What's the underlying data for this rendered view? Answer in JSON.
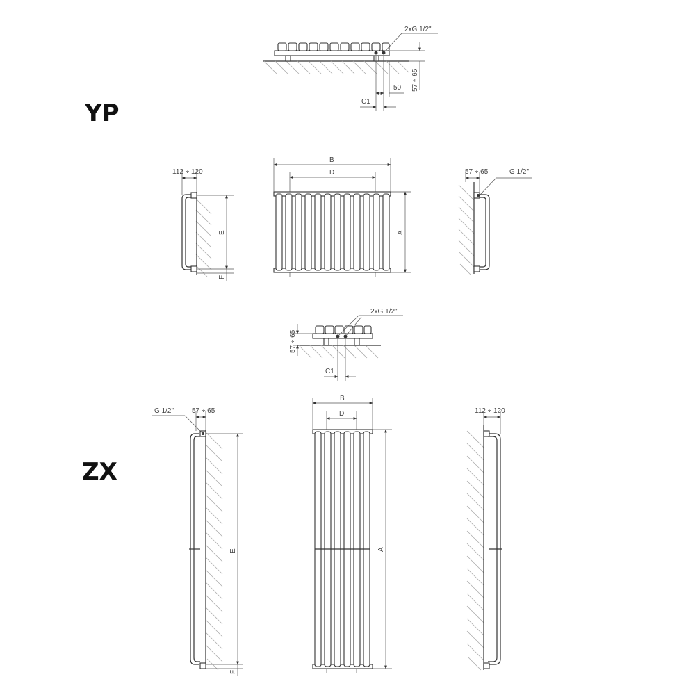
{
  "models": {
    "yp": "YP",
    "zx": "ZX"
  },
  "labels": {
    "connection_double": "2xG 1/2\"",
    "connection_single": "G 1/2\"",
    "dist_range": "57 ÷ 65",
    "depth_range": "112 ÷ 120",
    "offset_50": "50",
    "c1": "C1",
    "width": "B",
    "pipe_spacing": "D",
    "height": "A",
    "axis_distance": "E",
    "bottom_offset": "F"
  },
  "colors": {
    "line": "#333333",
    "hatch": "#aaaaaa",
    "text": "#444444"
  }
}
